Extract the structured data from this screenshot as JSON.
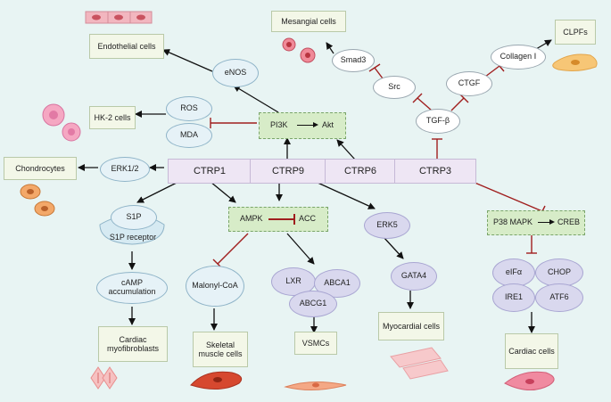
{
  "ctrp": {
    "ctrp1": "CTRP1",
    "ctrp9": "CTRP9",
    "ctrp6": "CTRP6",
    "ctrp3": "CTRP3"
  },
  "cells": {
    "endothelial": "Endothelial cells",
    "mesangial": "Mesangial cells",
    "clpfs": "CLPFs",
    "hk2": "HK-2 cells",
    "chondrocytes": "Chondrocytes",
    "cardiac_myofibroblasts": "Cardiac myofibroblasts",
    "skeletal_muscle": "Skeletal muscle cells",
    "vsmcs": "VSMCs",
    "myocardial": "Myocardial cells",
    "cardiac_cells": "Cardiac cells"
  },
  "nodes": {
    "enos": "eNOS",
    "smad3": "Smad3",
    "src": "Src",
    "ctgf": "CTGF",
    "collagen": "Collagen Ⅰ",
    "tgfb": "TGF-β",
    "ros": "ROS",
    "mda": "MDA",
    "pi3k": "PI3K",
    "akt": "Akt",
    "erk12": "ERK1/2",
    "s1p": "S1P",
    "s1p_receptor": "S1P receptor",
    "camp": "cAMP accumulation",
    "ampk": "AMPK",
    "acc": "ACC",
    "malonyl": "Malonyl-CoA",
    "lxr": "LXR",
    "abca1": "ABCA1",
    "abcg1": "ABCG1",
    "erk5": "ERK5",
    "gata4": "GATA4",
    "p38": "P38 MAPK",
    "creb": "CREB",
    "eifa": "eIFα",
    "chop": "CHOP",
    "ire1": "IRE1",
    "atf6": "ATF6"
  },
  "colors": {
    "background": "#e8f4f3",
    "arrow": "#111111",
    "inhibit": "#a01e1e"
  }
}
